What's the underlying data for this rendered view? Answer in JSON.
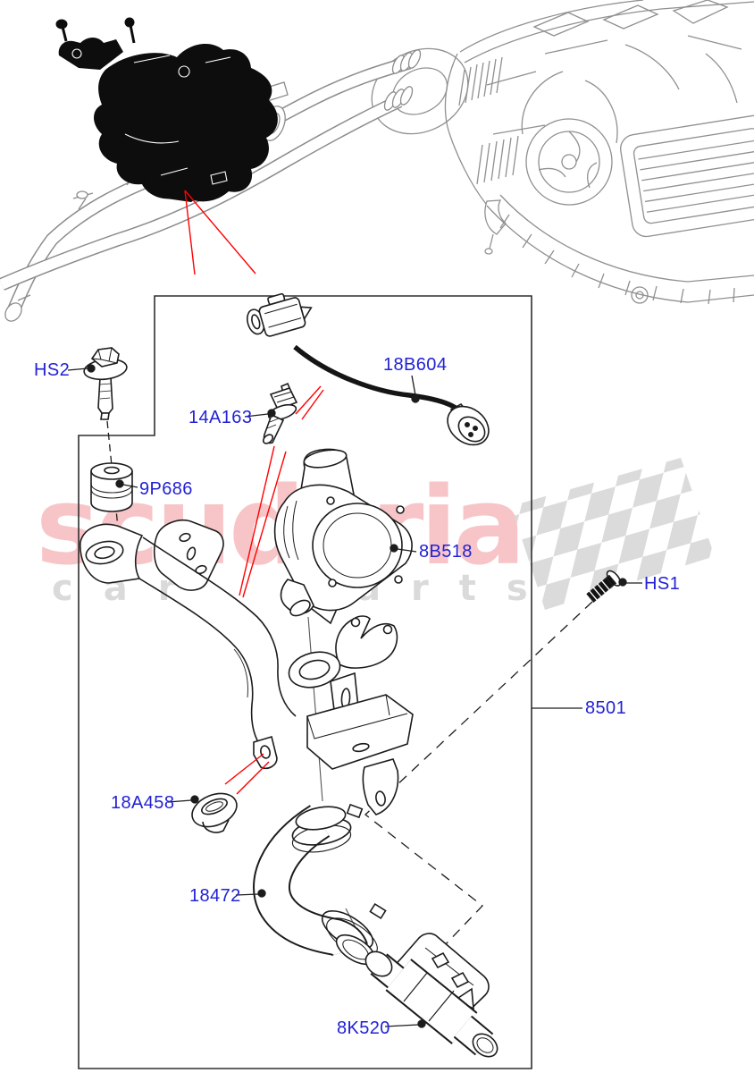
{
  "page": {
    "title": "Auxiliary Water Pump exploded parts diagram",
    "background": "#ffffff"
  },
  "diagram": {
    "label_color": "#2222d5",
    "callout_color": "#ff0000",
    "line_color": "#1c1c1c",
    "labels": {
      "hs2": "HS2",
      "p9686": "9P686",
      "s14a163": "14A163",
      "h18b604": "18B604",
      "p8b518": "8B518",
      "hs1": "HS1",
      "n8501": "8501",
      "g18a458": "18A458",
      "h18472": "18472",
      "w8k520": "8K520"
    }
  },
  "watermark": {
    "brand": "scuderia",
    "sub": "car parts",
    "brand_color": "rgba(228,62,70,0.30)",
    "sub_color": "#dadada",
    "flag_color": "#d7d7d7",
    "flag_icon": "checkered-flag"
  }
}
